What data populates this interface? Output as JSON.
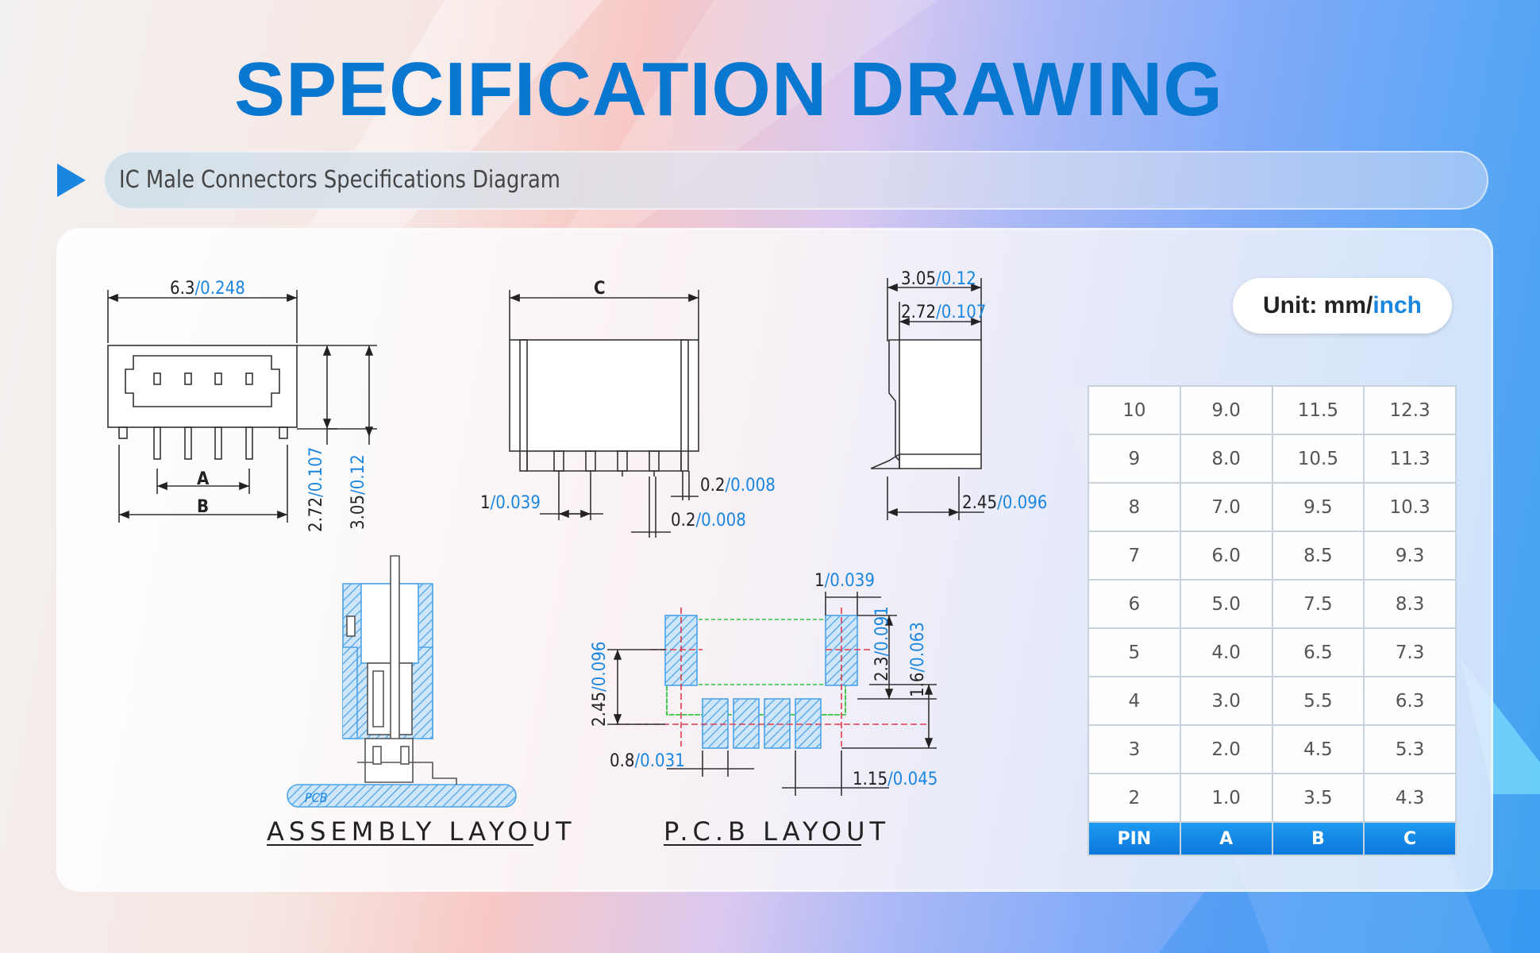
{
  "title": "SPECIFICATION DRAWING",
  "subtitle": "IC Male Connectors Specifications Diagram",
  "unit": {
    "prefix": "Unit: mm/",
    "suffix": "inch"
  },
  "dims": {
    "top_width_mm": "6.3",
    "top_width_in": "/0.248",
    "front_c": "C",
    "side_w1_mm": "3.05",
    "side_w1_in": "/0.12",
    "side_w2_mm": "2.72",
    "side_w2_in": "/0.107",
    "dim_a": "A",
    "dim_b": "B",
    "h1_mm": "2.72",
    "h1_in": "/0.107",
    "h2_mm": "3.05",
    "h2_in": "/0.12",
    "pitch_mm": "1",
    "pitch_in": "/0.039",
    "pin1_mm": "0.2",
    "pin1_in": "/0.008",
    "pin2_mm": "0.2",
    "pin2_in": "/0.008",
    "side_b_mm": "2.45",
    "side_b_in": "/0.096",
    "pcb_pitch_mm": "1",
    "pcb_pitch_in": "/0.039",
    "pcb_h1_mm": "2.3",
    "pcb_h1_in": "/0.091",
    "pcb_h2_mm": "1.6",
    "pcb_h2_in": "/0.063",
    "pcb_l_mm": "2.45",
    "pcb_l_in": "/0.096",
    "pcb_pad_mm": "0.8",
    "pcb_pad_in": "/0.031",
    "pcb_off_mm": "1.15",
    "pcb_off_in": "/0.045",
    "pcb_tag": "PCB"
  },
  "captions": {
    "assembly": "ASSEMBLY LAYOUT",
    "pcb": "P.C.B LAYOUT"
  },
  "table": {
    "headers": [
      "PIN",
      "A",
      "B",
      "C"
    ],
    "rows": [
      [
        "10",
        "9.0",
        "11.5",
        "12.3"
      ],
      [
        "9",
        "8.0",
        "10.5",
        "11.3"
      ],
      [
        "8",
        "7.0",
        "9.5",
        "10.3"
      ],
      [
        "7",
        "6.0",
        "8.5",
        "9.3"
      ],
      [
        "6",
        "5.0",
        "7.5",
        "8.3"
      ],
      [
        "5",
        "4.0",
        "6.5",
        "7.3"
      ],
      [
        "4",
        "3.0",
        "5.5",
        "6.3"
      ],
      [
        "3",
        "2.0",
        "4.5",
        "5.3"
      ],
      [
        "2",
        "1.0",
        "3.5",
        "4.3"
      ]
    ]
  },
  "colors": {
    "accent": "#1a86e0",
    "title": "#0a78d0",
    "hatch": "#4aa3e8",
    "pcb_guide": "#e03a4a",
    "pcb_outline": "#2ec43a"
  }
}
